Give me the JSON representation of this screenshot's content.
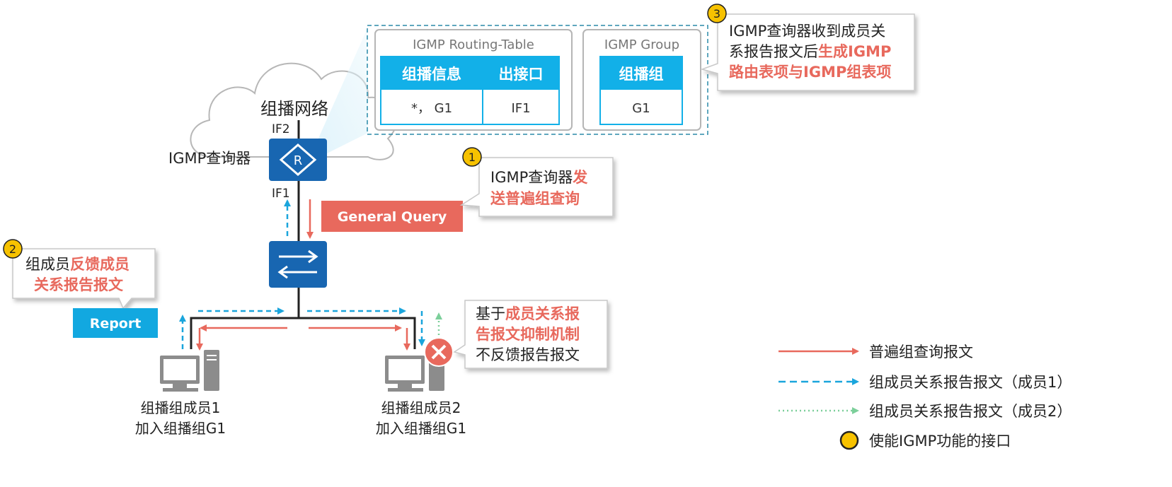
{
  "network": {
    "cloud_label": "组播网络",
    "querier_label": "IGMP查询器",
    "if2_label": "IF2",
    "if1_label": "IF1",
    "router_letter": "R"
  },
  "routing_table": {
    "title": "IGMP Routing-Table",
    "headers": [
      "组播信息",
      "出接口"
    ],
    "rows": [
      [
        "*， G1",
        "IF1"
      ]
    ]
  },
  "group_table": {
    "title": "IGMP Group",
    "header": "组播组",
    "rows": [
      "G1"
    ]
  },
  "callouts": {
    "step1": {
      "number": "1",
      "line1_plain": "IGMP查询器",
      "line1_hl": "发",
      "line2_hl": "送普遍组查询"
    },
    "step2": {
      "number": "2",
      "line1_plain": "组成员",
      "line1_hl": "反馈成员",
      "line2_hl": "关系报告报文"
    },
    "step3": {
      "number": "3",
      "line1_plain": "IGMP查询器收到成员关",
      "line2_plain": "系报告报文后",
      "line2_hl": "生成IGMP",
      "line3_hl": "路由表项与IGMP组表项"
    },
    "suppress": {
      "line1_plain": "基于",
      "line1_hl": "成员关系报",
      "line2_hl": "告报文抑制机制",
      "line3_plain": "不反馈报告报文"
    }
  },
  "buttons": {
    "general_query": "General Query",
    "report": "Report"
  },
  "hosts": {
    "member1": {
      "line1": "组播组成员1",
      "line2": "加入组播组G1"
    },
    "member2": {
      "line1": "组播组成员2",
      "line2": "加入组播组G1"
    }
  },
  "legend": {
    "items": [
      {
        "label": "普遍组查询报文",
        "style": "solid",
        "color": "#e8695d"
      },
      {
        "label": "组成员关系报告报文（成员1）",
        "style": "dashed",
        "color": "#1aa5dc"
      },
      {
        "label": "组成员关系报告报文（成员2）",
        "style": "dotted",
        "color": "#7ccf9a"
      },
      {
        "label": "使能IGMP功能的接口",
        "style": "dot",
        "color": "#f2c200"
      }
    ]
  },
  "colors": {
    "red": "#e8695d",
    "blue": "#1aa5dc",
    "green": "#7ccf9a",
    "device_blue": "#1866b1",
    "table_header": "#12b0e8",
    "badge": "#f7c200"
  }
}
